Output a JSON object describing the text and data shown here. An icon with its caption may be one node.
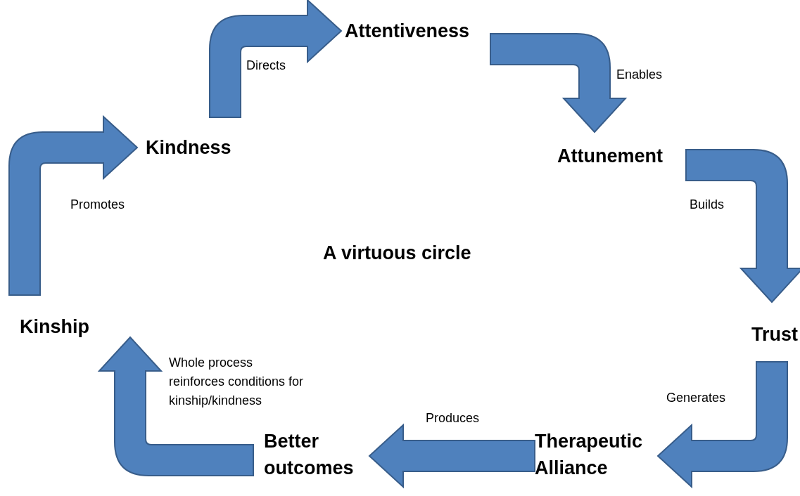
{
  "diagram": {
    "title": "A virtuous circle",
    "nodes": [
      {
        "text": [
          "Attentiveness"
        ]
      },
      {
        "text": [
          "Attunement"
        ]
      },
      {
        "text": [
          "Trust"
        ]
      },
      {
        "text": [
          "Therapeutic Alliance"
        ]
      },
      {
        "text": [
          "Better outcomes"
        ]
      },
      {
        "text": [
          "Kinship"
        ]
      },
      {
        "text": [
          "Kindness"
        ]
      }
    ],
    "edges": [
      {
        "from": 6,
        "to": 0,
        "arrow": "to",
        "label": "Directs"
      },
      {
        "from": 0,
        "to": 1,
        "arrow": "to",
        "label": "Enables"
      },
      {
        "from": 1,
        "to": 2,
        "arrow": "to",
        "label": "Builds"
      },
      {
        "from": 2,
        "to": 3,
        "arrow": "to",
        "label": "Generates"
      },
      {
        "from": 3,
        "to": 4,
        "arrow": "to",
        "label": "Produces"
      },
      {
        "from": 4,
        "to": 5,
        "arrow": "to",
        "label": "Whole process reinforces conditions for kinship/kindness"
      },
      {
        "from": 5,
        "to": 6,
        "arrow": "to",
        "label": "Promotes"
      }
    ]
  }
}
